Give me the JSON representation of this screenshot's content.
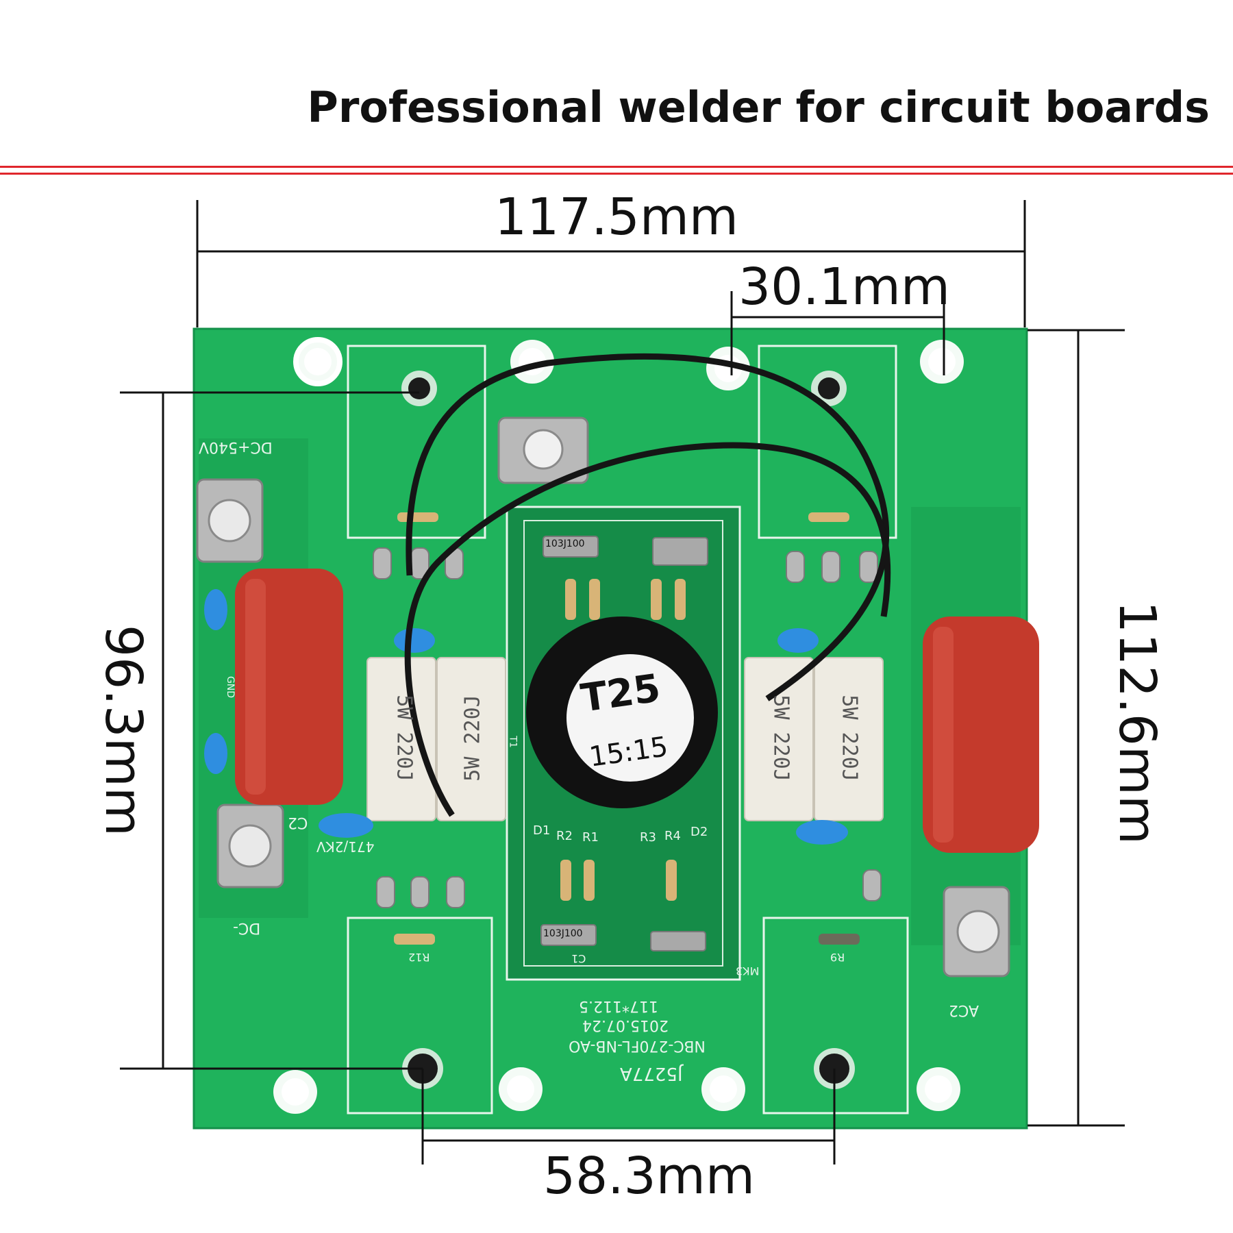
{
  "headline": "Professional welder for circuit boards",
  "dimensions": {
    "width_total": "117.5mm",
    "hole_spacing_top": "30.1mm",
    "height_left": "96.3mm",
    "height_total": "112.6mm",
    "hole_spacing_bottom": "58.3mm"
  },
  "board": {
    "silk_labels": {
      "dc_plus": "DC+540V",
      "dc_minus": "DC-",
      "ac2": "AC2",
      "model": "J5277A",
      "part_no": "NBC-270FL-NB-AO",
      "date": "2015.07.24",
      "size": "117*112.5",
      "c2": "C2",
      "cap_code": "471/2KV",
      "r12": "R12",
      "r9": "R9",
      "c1": "C1",
      "mk3": "MK3",
      "d1": "D1",
      "d2": "D2",
      "r1": "R1",
      "r2": "R2",
      "r3": "R3",
      "r4": "R4",
      "t1": "T1",
      "gnd": "GND"
    },
    "transformer": {
      "label_top": "T25",
      "label_bottom": "15:15"
    },
    "resistor_text": "5W 220J",
    "cap_small_text": "103J100"
  },
  "colors": {
    "pcb": "#1fb35c",
    "pcb_dark": "#159049",
    "capacitor": "#c43a2c",
    "rule": "#e0262c"
  }
}
